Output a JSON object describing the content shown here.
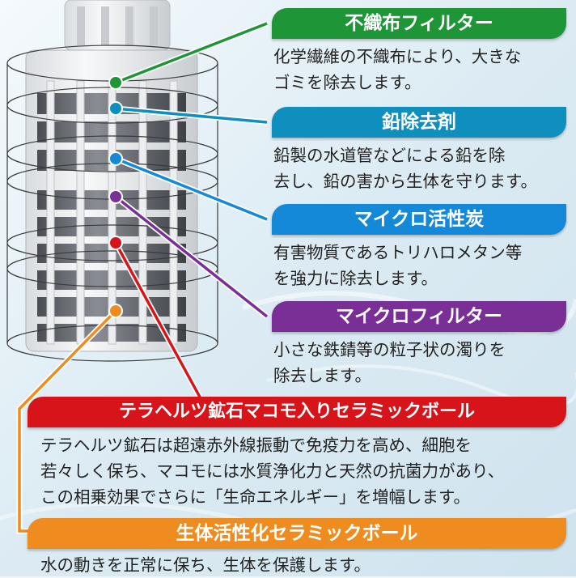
{
  "sections": [
    {
      "key": "nonwoven",
      "title": "不織布フィルター",
      "lines": [
        "化学繊維の不織布により、大きな",
        "ゴミを除去します。"
      ],
      "color": "#1e9637"
    },
    {
      "key": "lead",
      "title": "鉛除去剤",
      "lines": [
        "鉛製の水道管などによる鉛を除",
        "去し、鉛の害から生体を守ります。"
      ],
      "color": "#0e8fbe"
    },
    {
      "key": "carbon",
      "title": "マイクロ活性炭",
      "lines": [
        "有害物質であるトリハロメタン等",
        "を強力に除去します。"
      ],
      "color": "#1489d8"
    },
    {
      "key": "microfilter",
      "title": "マイクロフィルター",
      "lines": [
        "小さな鉄錆等の粒子状の濁りを",
        "除去します。"
      ],
      "color": "#7a2f96"
    },
    {
      "key": "ceramic",
      "title": "テラヘルツ鉱石マコモ入りセラミックボール",
      "lines": [
        "テラヘルツ鉱石は超遠赤外線振動で免疫力を高め、細胞を",
        "若々しく保ち、マコモには水質浄化力と天然の抗菌力があり、",
        "この相乗効果でさらに「生命エネルギー」を増幅します。"
      ],
      "color": "#d8141b"
    },
    {
      "key": "bioactive",
      "title": "生体活性化セラミックボール",
      "lines": [
        "水の動きを正常に保ち、生体を保護します。"
      ],
      "color": "#ef8c1f"
    }
  ]
}
